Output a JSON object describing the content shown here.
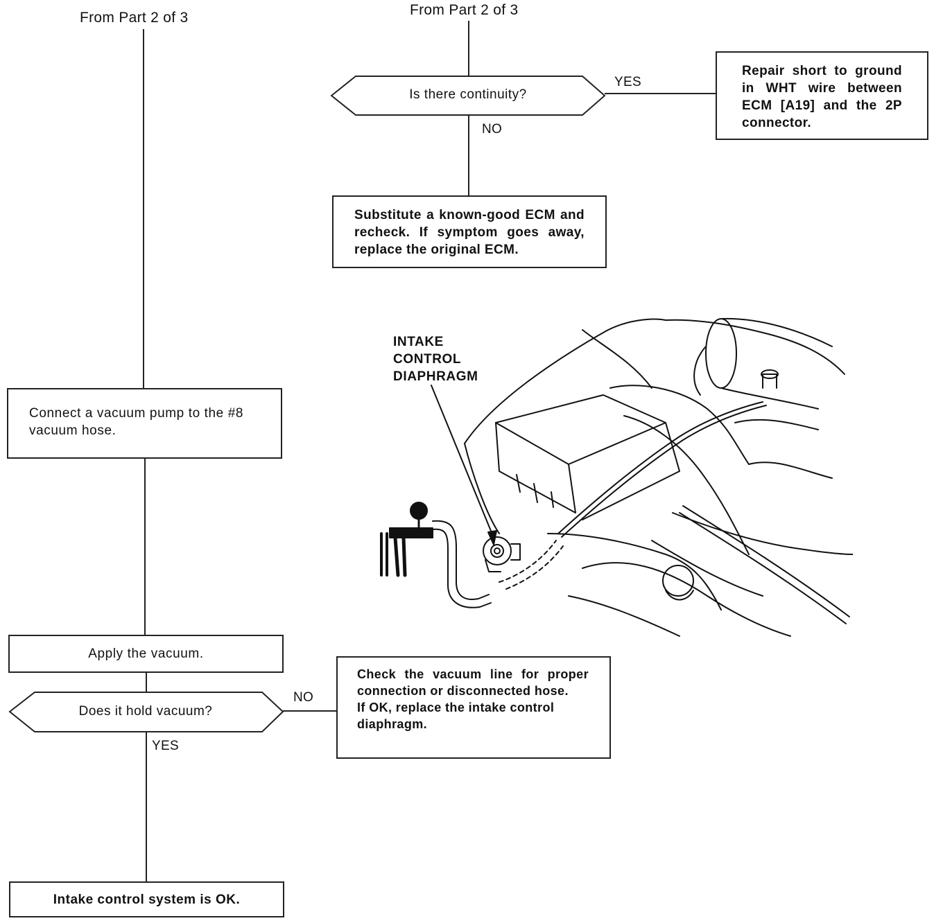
{
  "flowchart": {
    "left_origin": "From Part 2 of 3",
    "right_origin": "From Part 2 of 3",
    "continuity_question": "Is there continuity?",
    "continuity_yes": "YES",
    "continuity_no": "NO",
    "repair_short": "Repair short to ground in WHT wire between ECM [A19] and the 2P connector.",
    "substitute_ecm": "Substitute a known-good ECM and recheck. If symptom goes away, replace the original ECM.",
    "connect_pump": "Connect a vacuum pump to the #8 vacuum hose.",
    "apply_vacuum": "Apply the vacuum.",
    "hold_question": "Does it hold vacuum?",
    "hold_no": "NO",
    "hold_yes": "YES",
    "check_line_1": "Check the vacuum line for proper connection or disconnected hose.",
    "check_line_2": "If OK, replace the intake control diaphragm.",
    "system_ok": "Intake control system is OK."
  },
  "illustration": {
    "callout_line1": "INTAKE",
    "callout_line2": "CONTROL",
    "callout_line3": "DIAPHRAGM"
  }
}
